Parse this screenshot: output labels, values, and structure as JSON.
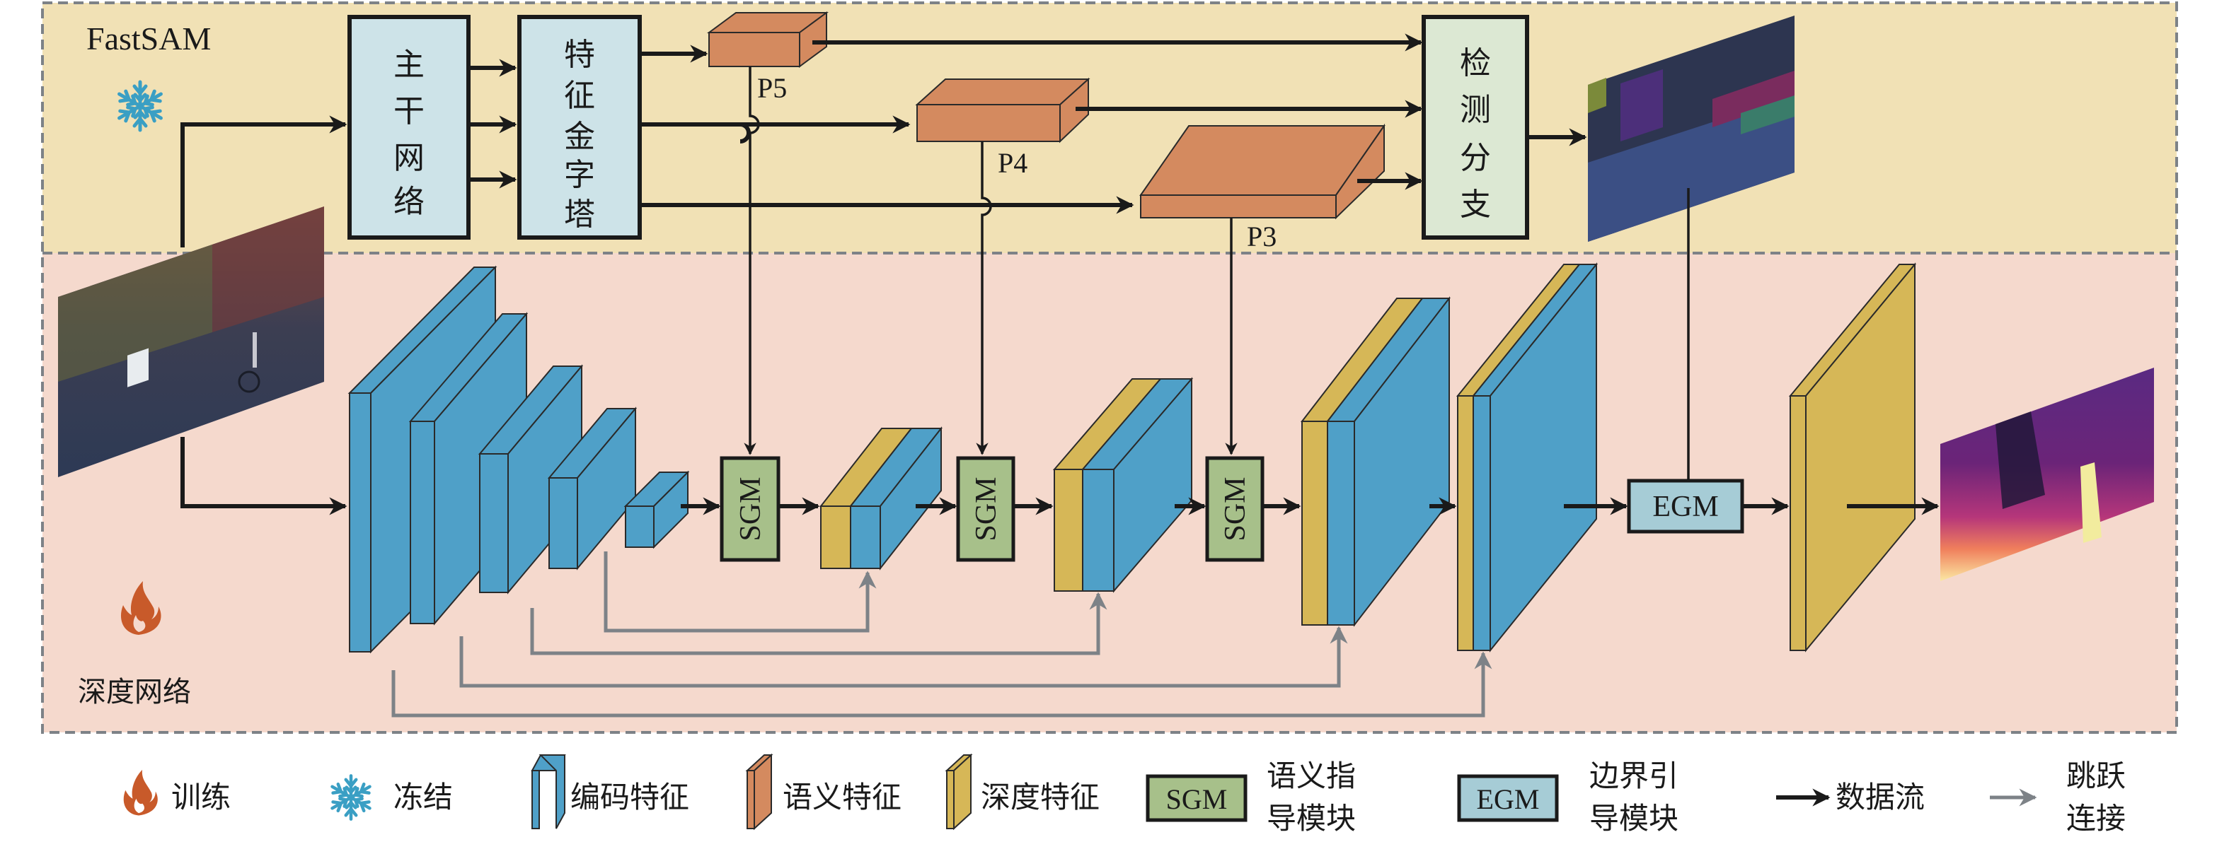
{
  "regions": {
    "fastsam": {
      "label": "FastSAM",
      "icon": "snowflake-icon",
      "bg": "#f1e1b5"
    },
    "depth": {
      "label": "深度网络",
      "icon": "flame-icon",
      "bg": "#f5d9cd"
    }
  },
  "fastsam_blocks": {
    "backbone": [
      "主",
      "干",
      "网",
      "络"
    ],
    "fpn": [
      "特",
      "征",
      "金",
      "字",
      "塔"
    ],
    "detect": [
      "检",
      "测",
      "分",
      "支"
    ]
  },
  "pyramid_labels": {
    "p5": "P5",
    "p4": "P4",
    "p3": "P3"
  },
  "modules": {
    "sgm": "SGM",
    "egm": "EGM"
  },
  "colors": {
    "encoder": "#4fa0c8",
    "semantic": "#d48a5f",
    "depth": "#d6b757",
    "sgm": "#a7c08a",
    "egm": "#a6ccd6",
    "fastsam_box": "#cde3e8",
    "detect_box": "#dce8d3",
    "data_flow": "#1a1a1a",
    "skip": "#7d8287"
  },
  "legend": [
    {
      "icon": "flame-icon",
      "label": "训练"
    },
    {
      "icon": "snowflake-icon",
      "label": "冻结"
    },
    {
      "icon": "encoder-feature-icon",
      "label": "编码特征"
    },
    {
      "icon": "semantic-feature-icon",
      "label": "语义特征"
    },
    {
      "icon": "depth-feature-icon",
      "label": "深度特征"
    },
    {
      "icon": "sgm-box",
      "box_label": "SGM",
      "label_line1": "语义指",
      "label_line2": "导模块"
    },
    {
      "icon": "egm-box",
      "box_label": "EGM",
      "label_line1": "边界引",
      "label_line2": "导模块"
    },
    {
      "icon": "black-arrow-icon",
      "label": "数据流"
    },
    {
      "icon": "gray-arrow-icon",
      "label_line1": "跳跃",
      "label_line2": "连接"
    }
  ]
}
